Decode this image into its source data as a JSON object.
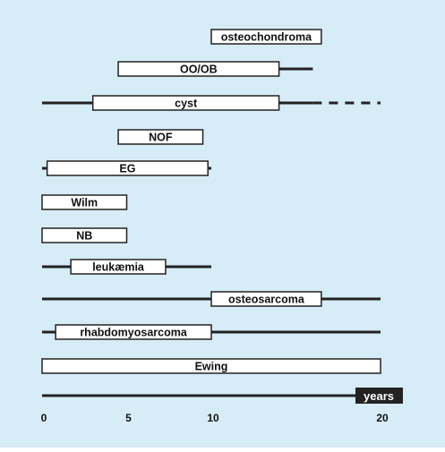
{
  "chart_data": {
    "type": "range-bar",
    "x_axis": {
      "min": 0,
      "max": 20,
      "ticks": [
        "0",
        "5",
        "10",
        "20"
      ],
      "tick_values": [
        0,
        5,
        10,
        20
      ],
      "label": "years"
    },
    "grid": false,
    "legend": "none",
    "rows": [
      {
        "label": "osteochondroma",
        "box": [
          10,
          16.5
        ]
      },
      {
        "label": "OO/OB",
        "box": [
          4.5,
          14
        ],
        "whisker": [
          14,
          16
        ]
      },
      {
        "label": "cyst",
        "box": [
          3,
          14
        ],
        "whisker": [
          0,
          16
        ],
        "dashed": [
          16,
          20
        ]
      },
      {
        "label": "NOF",
        "box": [
          4.5,
          9.5
        ]
      },
      {
        "label": "EG",
        "box": [
          0.3,
          9.8
        ],
        "whisker": [
          0,
          10
        ]
      },
      {
        "label": "Wilm",
        "box": [
          0,
          5
        ]
      },
      {
        "label": "NB",
        "box": [
          0,
          5
        ]
      },
      {
        "label": "leukæmia",
        "box": [
          1.7,
          7.3
        ],
        "whisker": [
          0,
          10
        ]
      },
      {
        "label": "osteosarcoma",
        "box": [
          10,
          16.5
        ],
        "whisker": [
          0,
          20
        ]
      },
      {
        "label": "rhabdomyosarcoma",
        "box": [
          0.8,
          10
        ],
        "whisker": [
          0,
          20
        ]
      },
      {
        "label": "Ewing",
        "box": [
          0,
          20
        ]
      }
    ]
  },
  "colors": {
    "background": "#d6ecf7",
    "bar_fill": "#ffffff",
    "line": "#222222",
    "axis_label_fill": "#222222",
    "axis_label_text": "#ffffff"
  }
}
